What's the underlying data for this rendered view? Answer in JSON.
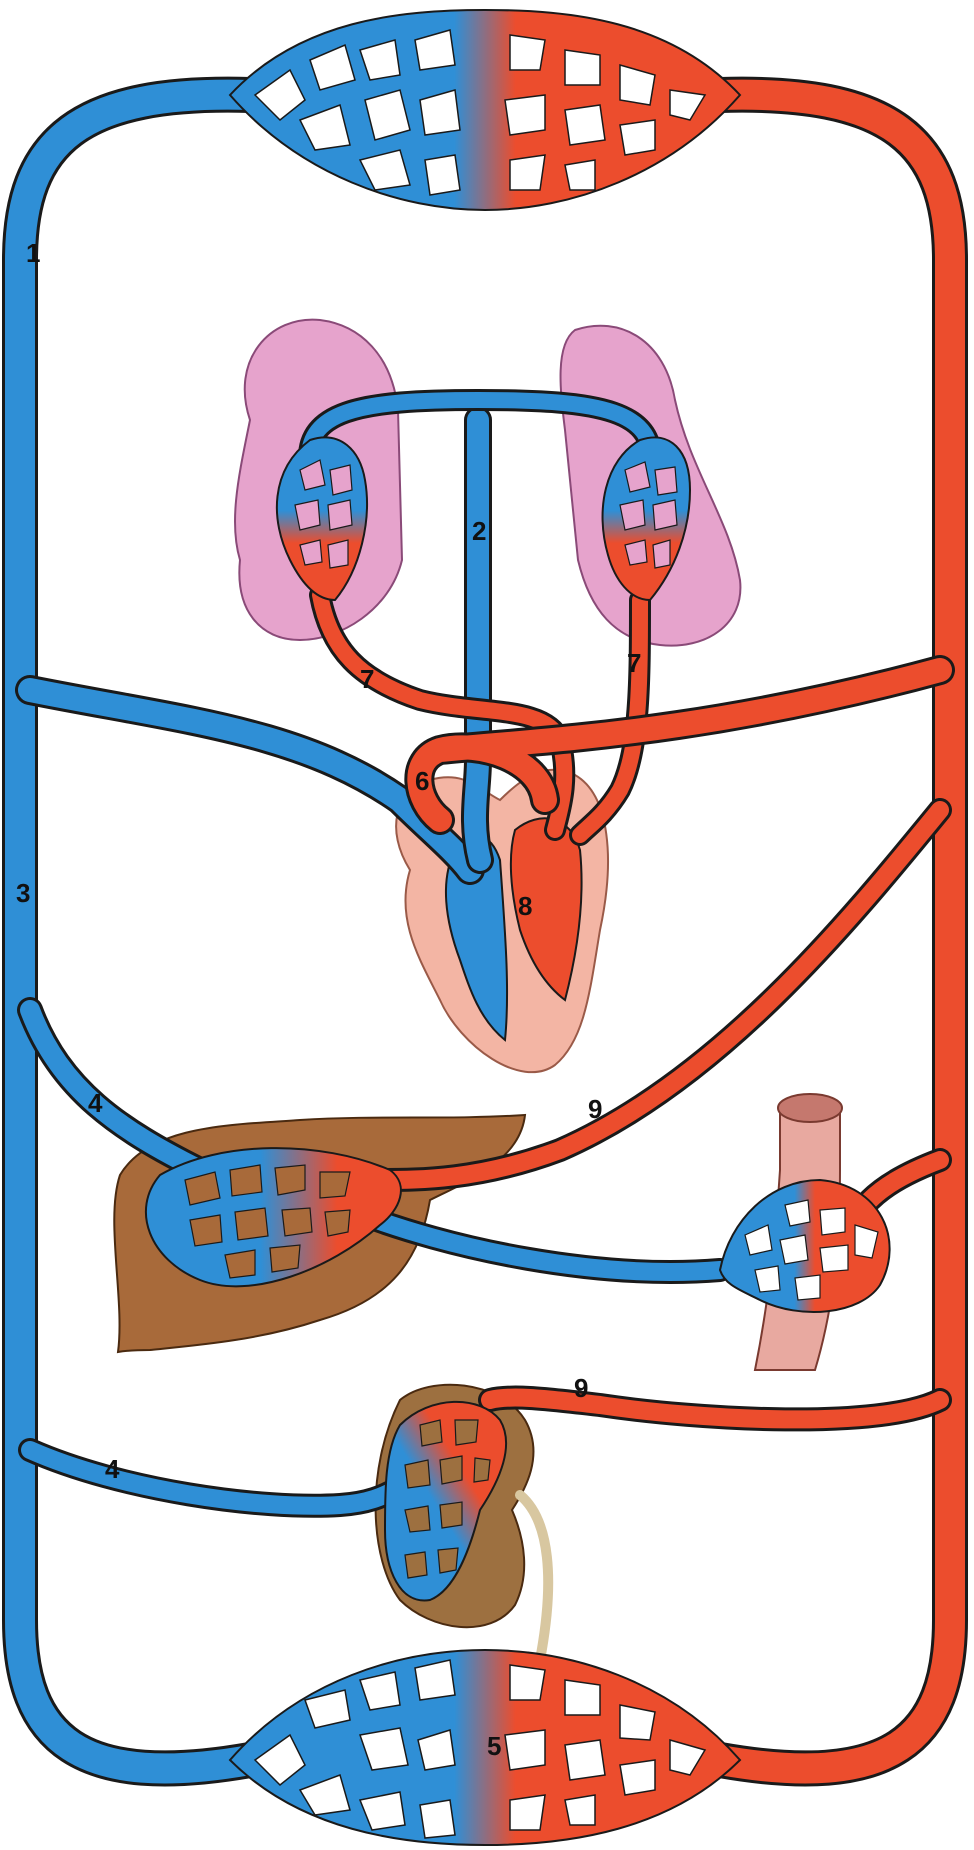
{
  "labels": {
    "l1": "1",
    "l2": "2",
    "l3": "3",
    "l4a": "4",
    "l4b": "4",
    "l5": "5",
    "l6": "6",
    "l7a": "7",
    "l7b": "7",
    "l8": "8",
    "l9a": "9",
    "l9b": "9"
  },
  "colors": {
    "venous": "#2f8fd6",
    "arterial": "#ec4d2d",
    "outline": "#1a1a1a",
    "lung": "#e6a3cc",
    "heart": "#f3b5a4",
    "liver": "#a86a3a",
    "kidney": "#9d7040",
    "intestine": "#e8a9a0"
  }
}
